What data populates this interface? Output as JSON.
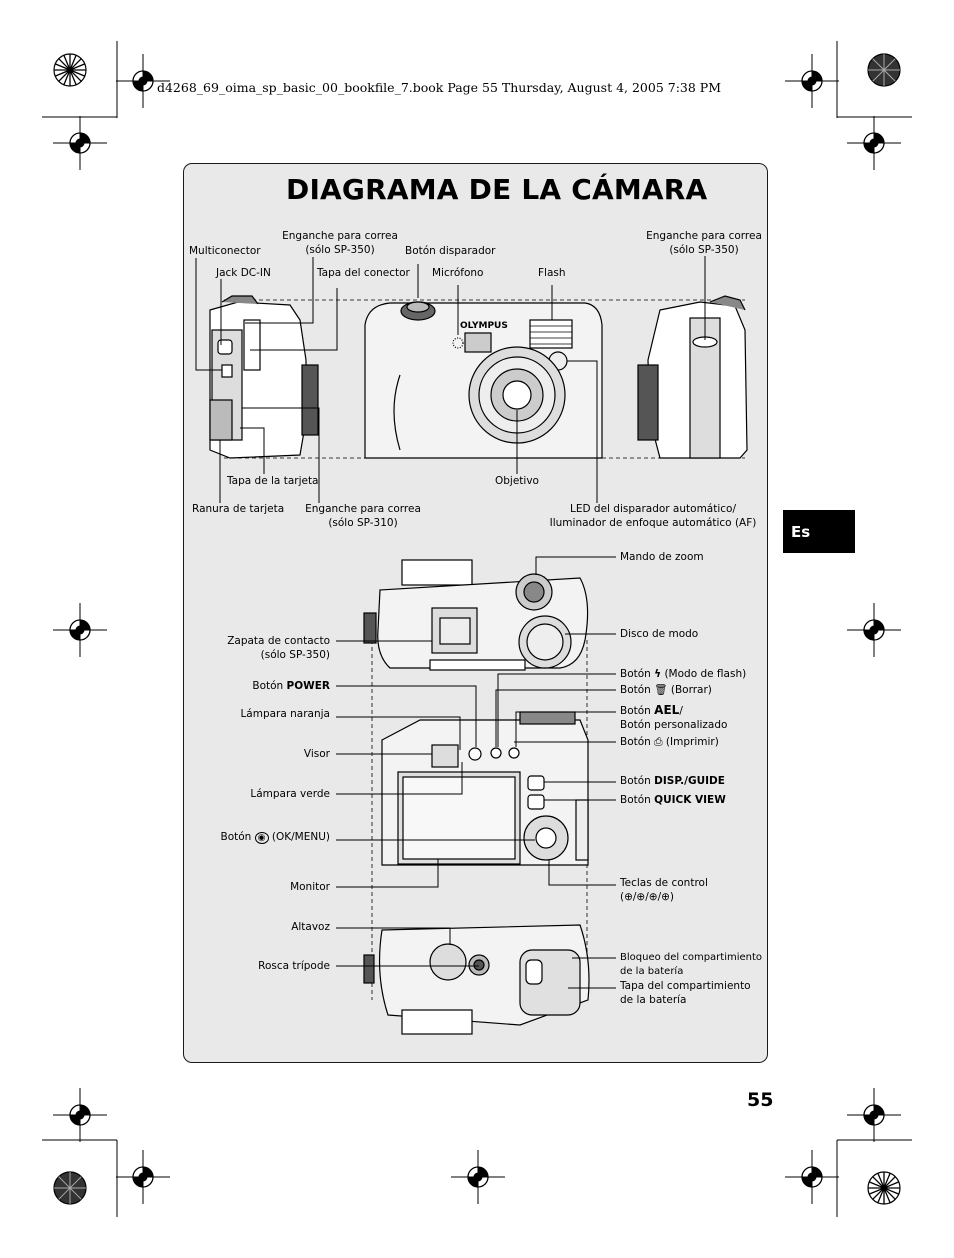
{
  "header": {
    "file_line": "d4268_69_oima_sp_basic_00_bookfile_7.book  Page 55  Thursday, August 4, 2005  7:38 PM"
  },
  "title": "DIAGRAMA DE LA CÁMARA",
  "language_tab": "Es",
  "page_number": "55",
  "brand_on_camera": "OLYMPUS",
  "labels": {
    "multiconector": "Multiconector",
    "enganche_350_a": "Enganche para correa",
    "enganche_350_a2": "(sólo SP-350)",
    "boton_disparador": "Botón disparador",
    "enganche_350_b": "Enganche para correa",
    "enganche_350_b2": "(sólo SP-350)",
    "jack_dc_in": "Jack DC-IN",
    "tapa_conector": "Tapa del conector",
    "microfono": "Micrófono",
    "flash": "Flash",
    "tapa_tarjeta": "Tapa de la tarjeta",
    "objetivo": "Objetivo",
    "ranura_tarjeta": "Ranura de tarjeta",
    "enganche_310": "Enganche para correa",
    "enganche_310_2": "(sólo SP-310)",
    "led_1": "LED del disparador automático/",
    "led_2": "Iluminador de enfoque automático (AF)",
    "mando_zoom": "Mando de zoom",
    "disco_modo": "Disco de modo",
    "zapata_1": "Zapata de contacto",
    "zapata_2": "(sólo SP-350)",
    "boton_prefix": "Botón",
    "power": "POWER",
    "modo_flash": "(Modo de flash)",
    "borrar": "(Borrar)",
    "ael": "AEL",
    "personalizado": "Botón personalizado",
    "imprimir": "(Imprimir)",
    "lampara_naranja": "Lámpara naranja",
    "visor": "Visor",
    "disp_guide": "DISP./GUIDE",
    "quick_view": "QUICK VIEW",
    "lampara_verde": "Lámpara verde",
    "ok_menu": "(OK/MENU)",
    "monitor": "Monitor",
    "teclas_1": "Teclas de control",
    "teclas_2": "(⊕/⊕/⊕/⊕)",
    "altavoz": "Altavoz",
    "rosca": "Rosca trípode",
    "bloqueo_1": "Bloqueo del compartimiento",
    "bloqueo_2": "de la batería",
    "tapa_bat_1": "Tapa del compartimiento",
    "tapa_bat_2": "de la batería"
  },
  "colors": {
    "panel_bg": "#e9e9e9",
    "tab_bg": "#000000"
  }
}
